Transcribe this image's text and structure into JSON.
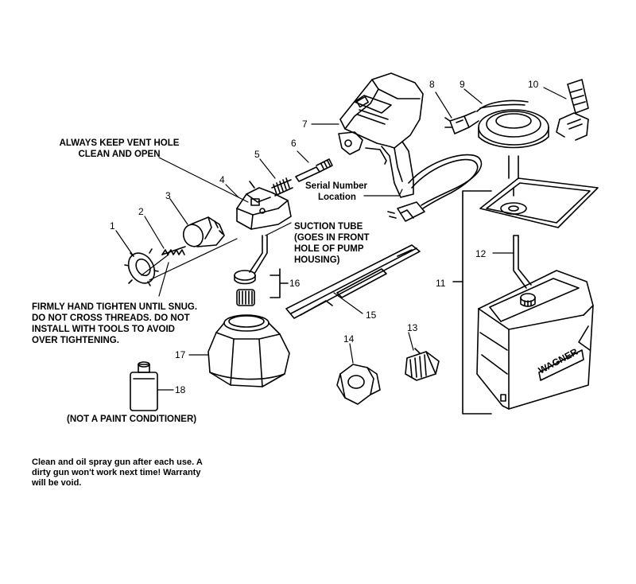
{
  "callouts": {
    "vent": [
      "ALWAYS KEEP VENT HOLE",
      "CLEAN AND OPEN"
    ],
    "serial": [
      "Serial Number",
      "Location"
    ],
    "suction": [
      "SUCTION TUBE",
      "(GOES IN FRONT",
      "HOLE OF PUMP",
      "HOUSING)"
    ],
    "tighten": [
      "FIRMLY HAND TIGHTEN UNTIL SNUG.",
      "DO NOT CROSS THREADS. DO NOT",
      "INSTALL WITH TOOLS TO AVOID",
      "OVER TIGHTENING."
    ],
    "conditioner": "(NOT A PAINT CONDITIONER)",
    "care": [
      "Clean and oil spray gun after each use. A",
      "dirty gun won't work next time!  Warranty",
      "will be void."
    ]
  },
  "part_numbers": [
    "1",
    "2",
    "3",
    "4",
    "5",
    "6",
    "7",
    "8",
    "9",
    "10",
    "11",
    "12",
    "13",
    "14",
    "15",
    "16",
    "17",
    "18"
  ],
  "brand_mark": "WAGNER",
  "line_color": "#000000"
}
